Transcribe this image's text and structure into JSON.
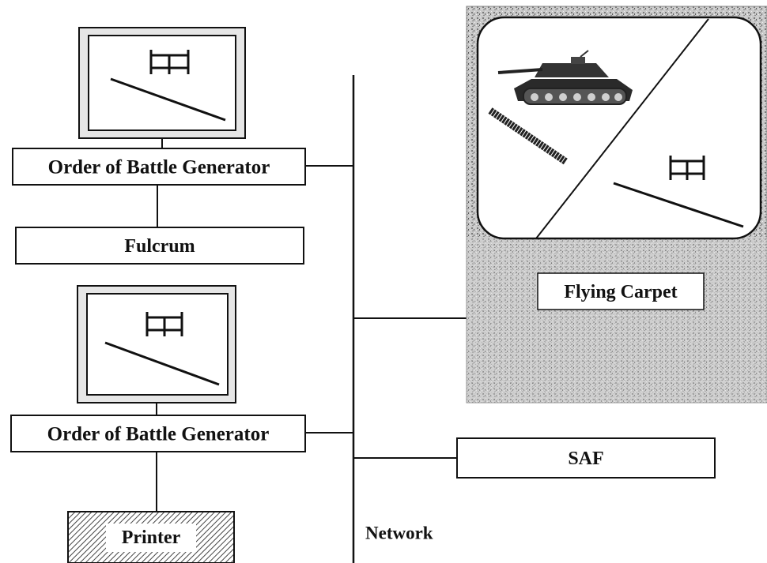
{
  "nodes": {
    "obg_top": "Order of Battle Generator",
    "fulcrum": "Fulcrum",
    "obg_bottom": "Order of Battle Generator",
    "printer": "Printer",
    "flying_carpet": "Flying Carpet",
    "saf": "SAF",
    "network": "Network"
  },
  "icons": {
    "monitor": "crt-monitor-icon",
    "building": "building-symbol-icon",
    "tank": "tank-icon"
  },
  "colors": {
    "ink": "#111111",
    "stipple": "#b5b5b5",
    "hatch": "#444444"
  }
}
